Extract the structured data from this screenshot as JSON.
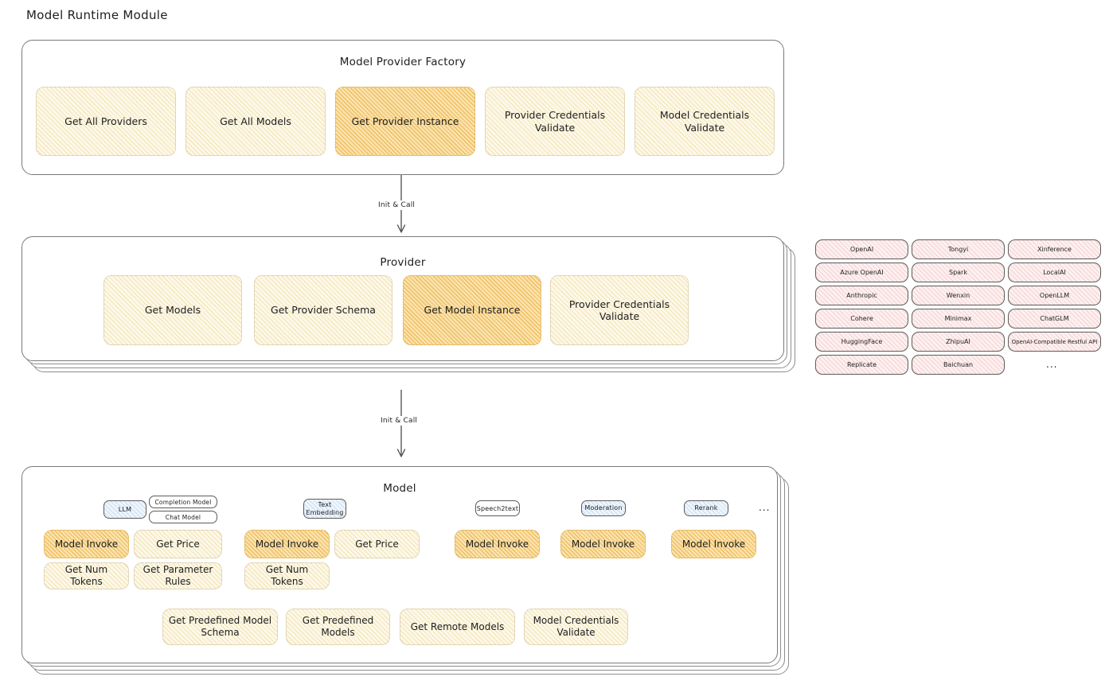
{
  "title": "Model Runtime Module",
  "factory": {
    "label": "Model Provider Factory",
    "boxes": [
      {
        "label": "Get All Providers",
        "highlighted": false
      },
      {
        "label": "Get All Models",
        "highlighted": false
      },
      {
        "label": "Get Provider Instance",
        "highlighted": true
      },
      {
        "label": "Provider Credentials Validate",
        "highlighted": false
      },
      {
        "label": "Model Credentials Validate",
        "highlighted": false
      }
    ]
  },
  "arrows": [
    {
      "label": "Init & Call"
    },
    {
      "label": "Init & Call"
    }
  ],
  "provider": {
    "label": "Provider",
    "boxes": [
      {
        "label": "Get Models",
        "highlighted": false
      },
      {
        "label": "Get Provider Schema",
        "highlighted": false
      },
      {
        "label": "Get Model Instance",
        "highlighted": true
      },
      {
        "label": "Provider Credentials Validate",
        "highlighted": false
      }
    ]
  },
  "provider_list": {
    "columns": [
      {
        "items": [
          "OpenAI",
          "Azure OpenAI",
          "Anthropic",
          "Cohere",
          "HuggingFace",
          "Replicate"
        ]
      },
      {
        "items": [
          "Tongyi",
          "Spark",
          "Wenxin",
          "Minimax",
          "ZhipuAI",
          "Baichuan"
        ]
      },
      {
        "items": [
          "Xinference",
          "LocalAI",
          "OpenLLM",
          "ChatGLM",
          "OpenAI-Compatible Restful API"
        ]
      }
    ],
    "more": "..."
  },
  "model": {
    "label": "Model",
    "more": "...",
    "types": [
      {
        "badge": "LLM",
        "badge_style": "blue",
        "sub_badges": [
          "Completion Model",
          "Chat Model"
        ],
        "ops": [
          {
            "label": "Model Invoke",
            "highlighted": true
          },
          {
            "label": "Get Price",
            "highlighted": false
          },
          {
            "label": "Get Num Tokens",
            "highlighted": false
          },
          {
            "label": "Get Parameter Rules",
            "highlighted": false
          }
        ]
      },
      {
        "badge": "Text Embedding",
        "badge_style": "blue",
        "sub_badges": [],
        "ops": [
          {
            "label": "Model Invoke",
            "highlighted": true
          },
          {
            "label": "Get Price",
            "highlighted": false
          },
          {
            "label": "Get Num Tokens",
            "highlighted": false
          }
        ]
      },
      {
        "badge": "Speech2text",
        "badge_style": "plain",
        "sub_badges": [],
        "ops": [
          {
            "label": "Model Invoke",
            "highlighted": true
          }
        ]
      },
      {
        "badge": "Moderation",
        "badge_style": "blue",
        "sub_badges": [],
        "ops": [
          {
            "label": "Model Invoke",
            "highlighted": true
          }
        ]
      },
      {
        "badge": "Rerank",
        "badge_style": "blue",
        "sub_badges": [],
        "ops": [
          {
            "label": "Model Invoke",
            "highlighted": true
          }
        ]
      }
    ],
    "shared_ops": [
      {
        "label": "Get Predefined Model Schema"
      },
      {
        "label": "Get Predefined Models"
      },
      {
        "label": "Get Remote Models"
      },
      {
        "label": "Model Credentials Validate"
      }
    ]
  },
  "colors": {
    "amber_fill": "#fbe3ad",
    "cream_fill": "#fdf8e8",
    "pink_fill": "#fdf0f0",
    "blue_fill": "#eef5fc",
    "stroke": "#7a7a7a",
    "text": "#1e1e1e"
  }
}
